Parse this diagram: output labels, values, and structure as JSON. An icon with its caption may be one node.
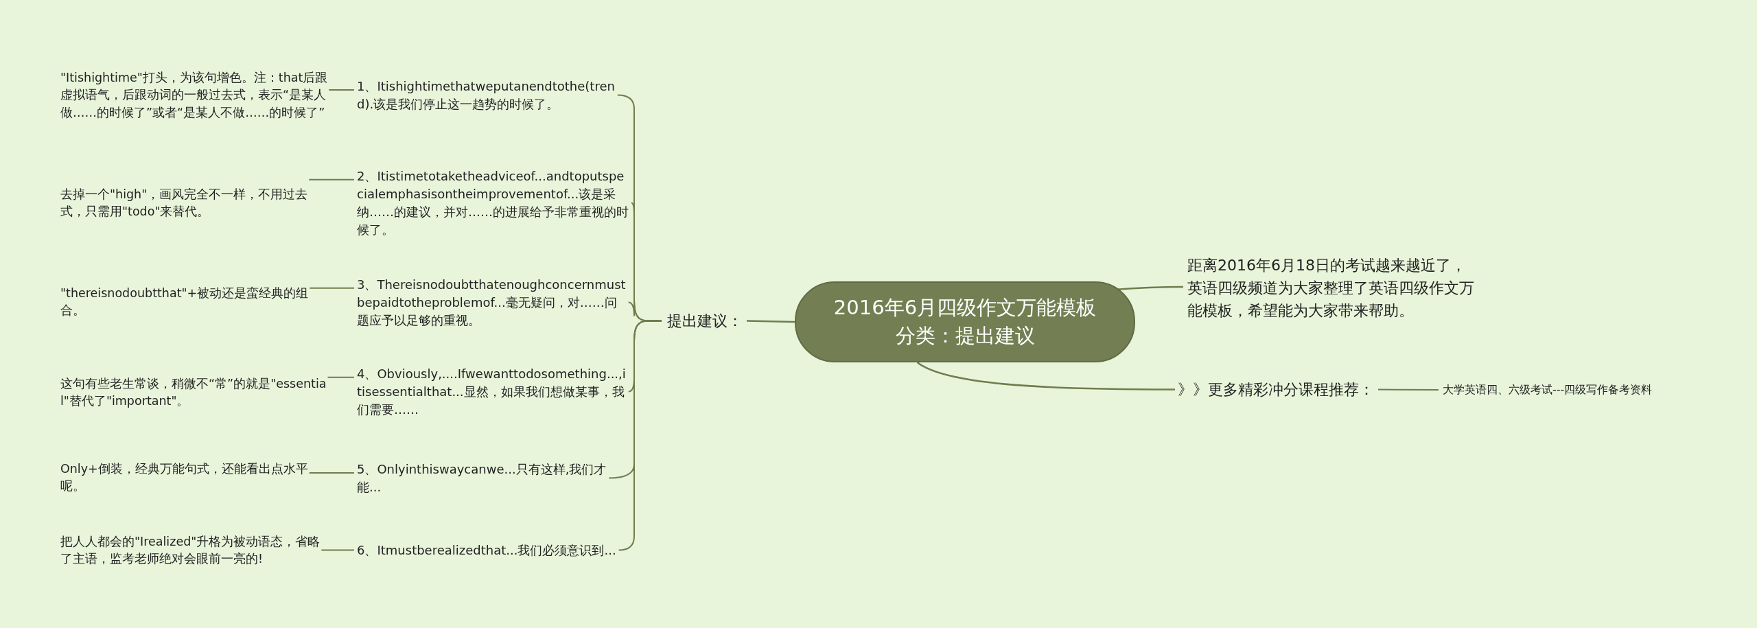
{
  "diagram": {
    "nodes": [
      {
        "text": [
          "2016年6月四级作文万能模板分类：提出建议"
        ]
      },
      {
        "text": [
          "提出建议："
        ]
      },
      {
        "text": [
          "1、Itishightimethatweputanendtothe(trend).该是我们停止这一趋势的时候了。"
        ]
      },
      {
        "text": [
          "\"Itishightime\"打头，为该句增色。注：that后跟虚拟语气，后跟动词的一般过去式，表示“是某人做……的时候了”或者“是某人不做……的时候了”"
        ]
      },
      {
        "text": [
          "2、Itistimetotaketheadviceof...andtoputspecialemphasisontheimprovementof...该是采纳……的建议，并对……的进展给予非常重视的时候了。"
        ]
      },
      {
        "text": [
          "去掉一个\"high\"，画风完全不一样，不用过去式，只需用\"todo\"来替代。"
        ]
      },
      {
        "text": [
          "3、Thereisnodoubtthatenoughconcernmustbepaidtotheproblemof...毫无疑问，对……问题应予以足够的重视。"
        ]
      },
      {
        "text": [
          "\"thereisnodoubtthat\"+被动还是蛮经典的组合。"
        ]
      },
      {
        "text": [
          "4、Obviously,....Ifwewanttodosomething...,itisessentialthat...显然，如果我们想做某事，我们需要……"
        ]
      },
      {
        "text": [
          "这句有些老生常谈，稍微不“常”的就是\"essential\"替代了\"important\"。"
        ]
      },
      {
        "text": [
          "5、Onlyinthiswaycanwe...只有这样,我们才能..."
        ]
      },
      {
        "text": [
          "Only+倒装，经典万能句式，还能看出点水平呢。"
        ]
      },
      {
        "text": [
          "6、Itmustberealizedthat...我们必须意识到..."
        ]
      },
      {
        "text": [
          "把人人都会的\"Irealized\"升格为被动语态，省略了主语，监考老师绝对会眼前一亮的!"
        ]
      },
      {
        "text": [
          "距离2016年6月18日的考试越来越近了，英语四级频道为大家整理了英语四级作文万能模板，希望能为大家带来帮助。"
        ]
      },
      {
        "text": [
          "》》更多精彩冲分课程推荐："
        ]
      },
      {
        "text": [
          "大学英语四、六级考试---四级写作备考资料"
        ]
      }
    ],
    "edges": [
      {
        "from": 0,
        "to": 1,
        "arrow": "none"
      },
      {
        "from": 1,
        "to": 2,
        "arrow": "none"
      },
      {
        "from": 2,
        "to": 3,
        "arrow": "none"
      },
      {
        "from": 1,
        "to": 4,
        "arrow": "none"
      },
      {
        "from": 4,
        "to": 5,
        "arrow": "none"
      },
      {
        "from": 1,
        "to": 6,
        "arrow": "none"
      },
      {
        "from": 6,
        "to": 7,
        "arrow": "none"
      },
      {
        "from": 1,
        "to": 8,
        "arrow": "none"
      },
      {
        "from": 8,
        "to": 9,
        "arrow": "none"
      },
      {
        "from": 1,
        "to": 10,
        "arrow": "none"
      },
      {
        "from": 10,
        "to": 11,
        "arrow": "none"
      },
      {
        "from": 1,
        "to": 12,
        "arrow": "none"
      },
      {
        "from": 12,
        "to": 13,
        "arrow": "none"
      },
      {
        "from": 0,
        "to": 14,
        "arrow": "none"
      },
      {
        "from": 0,
        "to": 15,
        "arrow": "none"
      },
      {
        "from": 15,
        "to": 16,
        "arrow": "none"
      }
    ]
  }
}
